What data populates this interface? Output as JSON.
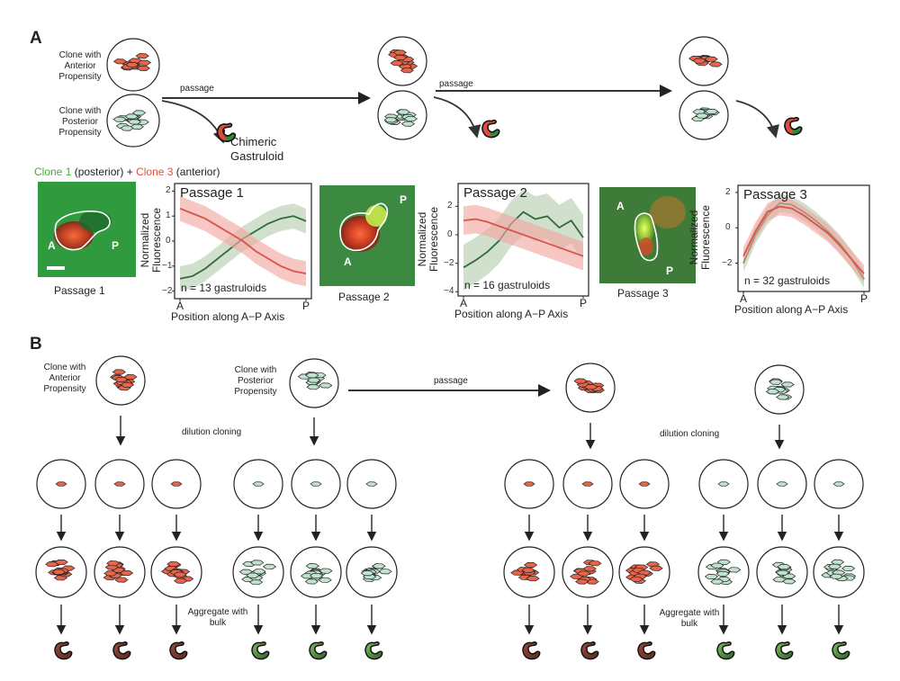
{
  "panel_a": {
    "letter": "A",
    "clone_anterior": "Clone with\nAnterior\nPropensity",
    "clone_posterior": "Clone with\nPosterior\nPropensity",
    "passage_arrow": "passage",
    "chimeric": "Chimeric\nGastruloid",
    "legend": {
      "clone1": "Clone 1",
      "clone1_suffix": " (posterior) + ",
      "clone3": "Clone 3",
      "clone3_suffix": " (anterior)"
    },
    "micrographs": [
      {
        "caption": "Passage 1",
        "label_a": "A",
        "label_p": "P"
      },
      {
        "caption": "Passage 2",
        "label_a": "A",
        "label_p": "P"
      },
      {
        "caption": "Passage 3",
        "label_a": "A",
        "label_p": "P"
      }
    ]
  },
  "panel_b": {
    "letter": "B",
    "clone_anterior": "Clone with\nAnterior\nPropensity",
    "clone_posterior": "Clone with\nPosterior\nPropensity",
    "passage_arrow": "passage",
    "dilution_left": "dilution cloning",
    "dilution_right": "dilution cloning",
    "aggregate_left": "Aggregate with\nbulk",
    "aggregate_right": "Aggregate with\nbulk"
  },
  "colors": {
    "green": "#2f6b3a",
    "red": "#d9534a",
    "green_band": "#b9cfb2",
    "red_band": "#f1a9a3",
    "clone_green_text": "#49a83a",
    "clone_red_text": "#e0503c"
  },
  "chart_data": [
    {
      "type": "line",
      "title": "Passage 1",
      "xlabel": "Position along A−P Axis",
      "ylabel": "Normalized\nFluorescence",
      "x_ticks": [
        "A",
        "P"
      ],
      "y_ticks": [
        "2",
        "1",
        "0",
        "−1",
        "−2"
      ],
      "ylim": [
        -2.3,
        2.3
      ],
      "annotation": "n = 13 gastruloids",
      "x": [
        0,
        0.1,
        0.2,
        0.3,
        0.4,
        0.5,
        0.6,
        0.7,
        0.8,
        0.9,
        1.0
      ],
      "series": [
        {
          "color": "green",
          "values": [
            -1.5,
            -1.4,
            -1.1,
            -0.7,
            -0.3,
            0.1,
            0.4,
            0.7,
            0.9,
            1.0,
            0.8
          ]
        },
        {
          "color": "red",
          "values": [
            1.3,
            1.1,
            0.9,
            0.6,
            0.3,
            0.0,
            -0.4,
            -0.7,
            -1.0,
            -1.2,
            -1.3
          ]
        }
      ]
    },
    {
      "type": "line",
      "title": "Passage 2",
      "xlabel": "Position along A−P Axis",
      "ylabel": "Normalized\nFluorescence",
      "x_ticks": [
        "A",
        "P"
      ],
      "y_ticks": [
        "2",
        "0",
        "−2",
        "−4"
      ],
      "ylim": [
        -4.3,
        3.6
      ],
      "annotation": "n = 16 gastruloids",
      "x": [
        0,
        0.1,
        0.2,
        0.3,
        0.4,
        0.5,
        0.6,
        0.7,
        0.8,
        0.9,
        1.0
      ],
      "series": [
        {
          "color": "green",
          "values": [
            -2.3,
            -1.8,
            -1.2,
            -0.4,
            0.8,
            1.6,
            1.1,
            1.3,
            0.5,
            1.0,
            -0.2
          ]
        },
        {
          "color": "red",
          "values": [
            1.0,
            1.1,
            0.9,
            0.6,
            0.3,
            0.0,
            -0.3,
            -0.6,
            -0.9,
            -1.2,
            -1.5
          ]
        }
      ]
    },
    {
      "type": "line",
      "title": "Passage 3",
      "xlabel": "Position along A−P Axis",
      "ylabel": "Normalized\nFluorescence",
      "x_ticks": [
        "A",
        "P"
      ],
      "y_ticks": [
        "2",
        "0",
        "−2"
      ],
      "ylim": [
        -3.6,
        2.4
      ],
      "annotation": "n = 32 gastruloids",
      "x": [
        0,
        0.1,
        0.2,
        0.3,
        0.4,
        0.5,
        0.6,
        0.7,
        0.8,
        0.9,
        1.0
      ],
      "series": [
        {
          "color": "green",
          "values": [
            -2.0,
            -0.4,
            0.7,
            1.4,
            1.3,
            0.9,
            0.4,
            -0.2,
            -0.9,
            -1.8,
            -2.9
          ]
        },
        {
          "color": "red",
          "values": [
            -1.6,
            -0.2,
            0.9,
            1.2,
            1.1,
            0.7,
            0.2,
            -0.3,
            -1.0,
            -1.8,
            -2.6
          ]
        }
      ]
    }
  ]
}
